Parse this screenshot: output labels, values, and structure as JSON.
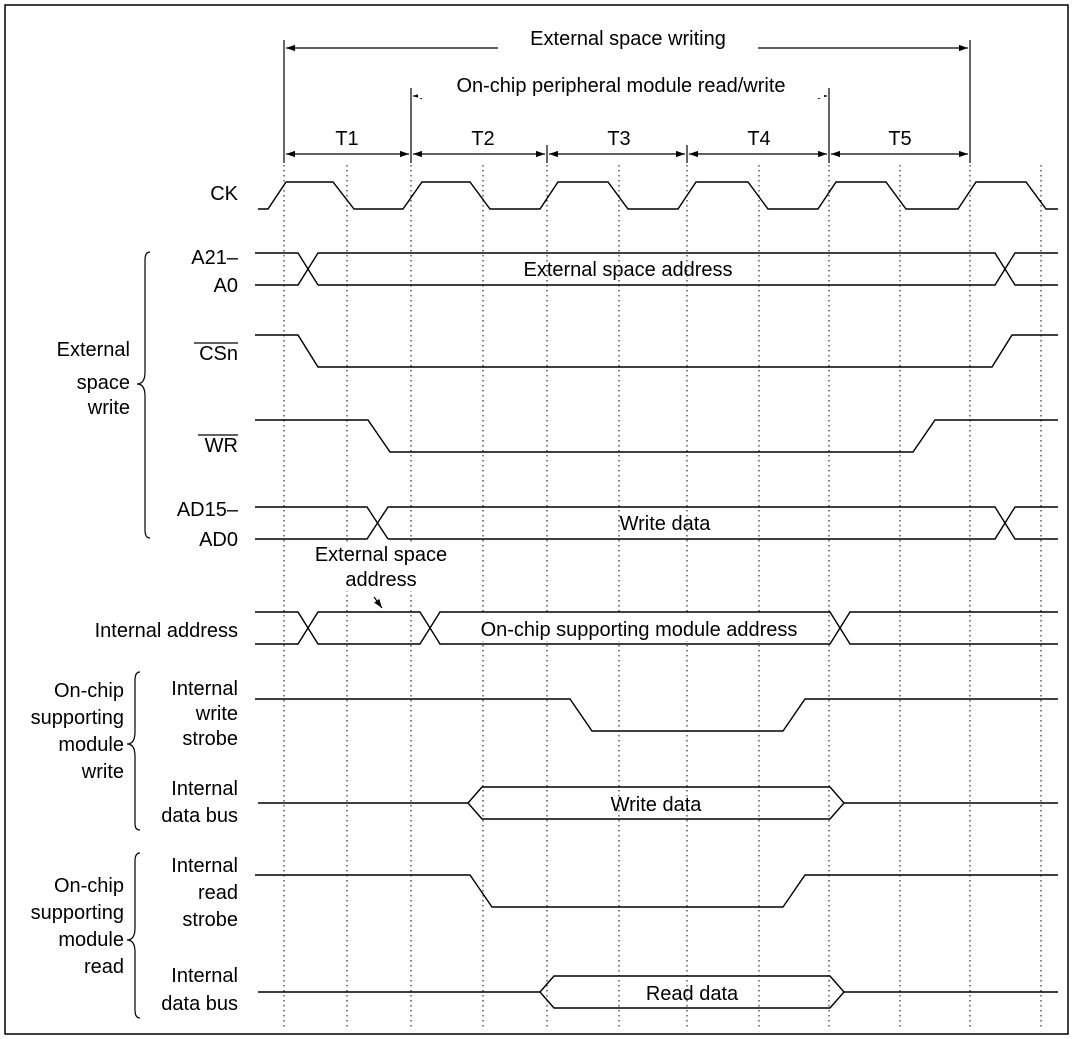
{
  "spans": {
    "external_space_writing": "External space writing",
    "onchip_rw": "On-chip peripheral module read/write"
  },
  "states": [
    "T1",
    "T2",
    "T3",
    "T4",
    "T5"
  ],
  "signals": {
    "ck": "CK",
    "a21": "A21–",
    "a0": "A0",
    "csn": "CSn",
    "wr": "WR",
    "ad15": "AD15–",
    "ad0": "AD0",
    "internal_address": "Internal address",
    "internal_write_1": "Internal",
    "internal_write_2": "write",
    "internal_write_3": "strobe",
    "internal_data_w_1": "Internal",
    "internal_data_w_2": "data bus",
    "internal_read_1": "Internal",
    "internal_read_2": "read",
    "internal_read_3": "strobe",
    "internal_data_r_1": "Internal",
    "internal_data_r_2": "data bus"
  },
  "groups": {
    "ext_write": [
      "External",
      "space",
      "write"
    ],
    "onchip_write": [
      "On-chip",
      "supporting",
      "module",
      "write"
    ],
    "onchip_read": [
      "On-chip",
      "supporting",
      "module",
      "read"
    ]
  },
  "bus_text": {
    "ext_address": "External space address",
    "write_data": "Write data",
    "onchip_address": "On-chip supporting module address",
    "internal_write_data": "Write data",
    "read_data": "Read data"
  },
  "annotations": {
    "ext_addr_note_1": "External space",
    "ext_addr_note_2": "address"
  }
}
